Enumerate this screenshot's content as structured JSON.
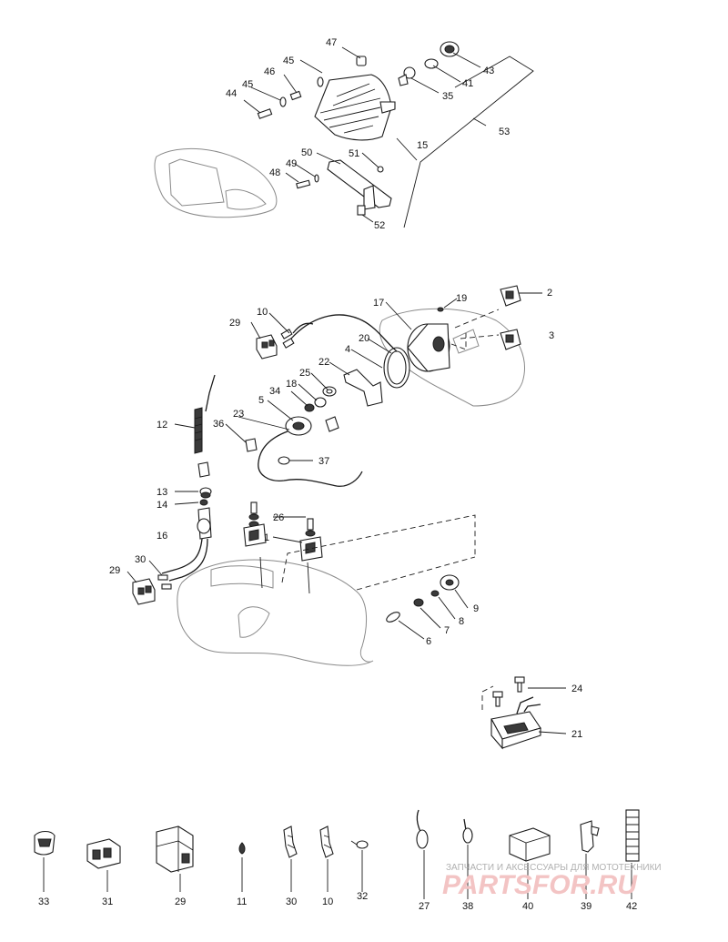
{
  "callouts": {
    "c47": "47",
    "c45a": "45",
    "c46": "46",
    "c45b": "45",
    "c44": "44",
    "c35": "35",
    "c41": "41",
    "c43": "43",
    "c53": "53",
    "c15": "15",
    "c50": "50",
    "c51": "51",
    "c49": "49",
    "c48": "48",
    "c52": "52",
    "c2": "2",
    "c3": "3",
    "c19": "19",
    "c17": "17",
    "c10a": "10",
    "c29a": "29",
    "c20": "20",
    "c4": "4",
    "c22": "22",
    "c25": "25",
    "c18": "18",
    "c34": "34",
    "c5": "5",
    "c23": "23",
    "c36": "36",
    "c12": "12",
    "c37": "37",
    "c13": "13",
    "c14": "14",
    "c16": "16",
    "c26": "26",
    "c1": "1",
    "c30a": "30",
    "c29b": "29",
    "c9": "9",
    "c8": "8",
    "c7": "7",
    "c6": "6",
    "c24": "24",
    "c21": "21",
    "b33": "33",
    "b31": "31",
    "b29": "29",
    "b11": "11",
    "b30": "30",
    "b10": "10",
    "b32": "32",
    "b27": "27",
    "b38": "38",
    "b40": "40",
    "b39": "39",
    "b42": "42"
  },
  "watermark": {
    "tagline": "ЗАПЧАСТИ И АКСЕССУАРЫ ДЛЯ МОТОТЕХНИКИ",
    "brand": "PARTSFOR.RU"
  },
  "colors": {
    "line": "#1a1a1a",
    "watermark_text": "#b0b0b0",
    "watermark_brand": "#f3c4c4"
  }
}
